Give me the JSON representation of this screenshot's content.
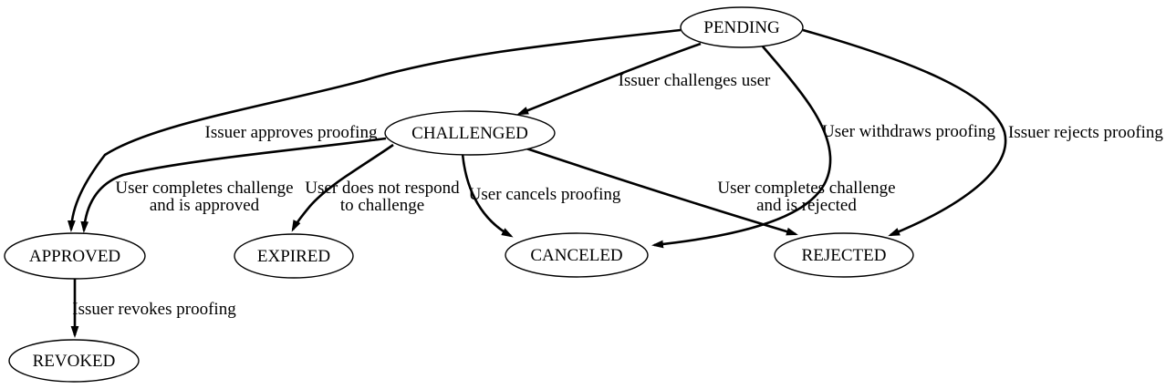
{
  "page": {
    "background_color": "#ffffff",
    "stroke_color": "#000000",
    "node_fill_color": "#ffffff"
  },
  "diagram": {
    "type": "state-machine-graph",
    "nodes": {
      "pending": {
        "label": "PENDING"
      },
      "challenged": {
        "label": "CHALLENGED"
      },
      "approved": {
        "label": "APPROVED"
      },
      "expired": {
        "label": "EXPIRED"
      },
      "canceled": {
        "label": "CANCELED"
      },
      "rejected": {
        "label": "REJECTED"
      },
      "revoked": {
        "label": "REVOKED"
      }
    },
    "edges": {
      "pending_to_challenged": {
        "from": "PENDING",
        "to": "CHALLENGED",
        "label": "Issuer challenges user"
      },
      "pending_to_approved": {
        "from": "PENDING",
        "to": "APPROVED",
        "label": "Issuer approves proofing"
      },
      "pending_to_canceled": {
        "from": "PENDING",
        "to": "CANCELED",
        "label": "User withdraws proofing"
      },
      "pending_to_rejected": {
        "from": "PENDING",
        "to": "REJECTED",
        "label": "Issuer rejects proofing"
      },
      "challenged_to_approved": {
        "from": "CHALLENGED",
        "to": "APPROVED",
        "label_lines": [
          "User completes challenge",
          "and is approved"
        ]
      },
      "challenged_to_expired": {
        "from": "CHALLENGED",
        "to": "EXPIRED",
        "label_lines": [
          "User does not respond",
          "to challenge"
        ]
      },
      "challenged_to_canceled": {
        "from": "CHALLENGED",
        "to": "CANCELED",
        "label": "User cancels proofing"
      },
      "challenged_to_rejected": {
        "from": "CHALLENGED",
        "to": "REJECTED",
        "label_lines": [
          "User completes challenge",
          "and is rejected"
        ]
      },
      "approved_to_revoked": {
        "from": "APPROVED",
        "to": "REVOKED",
        "label": "Issuer revokes proofing"
      }
    }
  }
}
